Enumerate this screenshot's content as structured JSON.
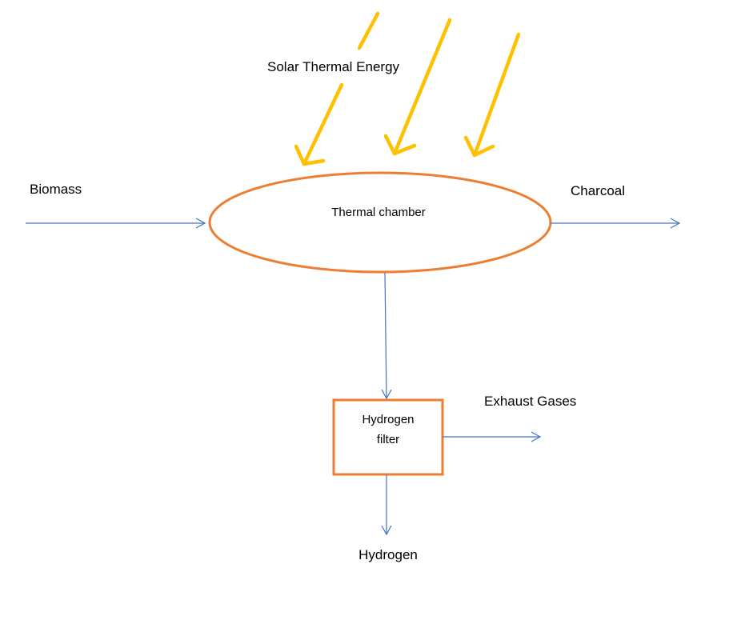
{
  "diagram": {
    "solar_label": "Solar Thermal Energy",
    "input_label": "Biomass",
    "chamber_label": "Thermal chamber",
    "output_label": "Charcoal",
    "filter_label_line1": "Hydrogen",
    "filter_label_line2": "filter",
    "exhaust_label": "Exhaust Gases",
    "hydrogen_label": "Hydrogen"
  },
  "colors": {
    "sun_arrows": "#FFC000",
    "shapes_outline": "#ED7D31",
    "flow_arrows": "#4472C4"
  }
}
